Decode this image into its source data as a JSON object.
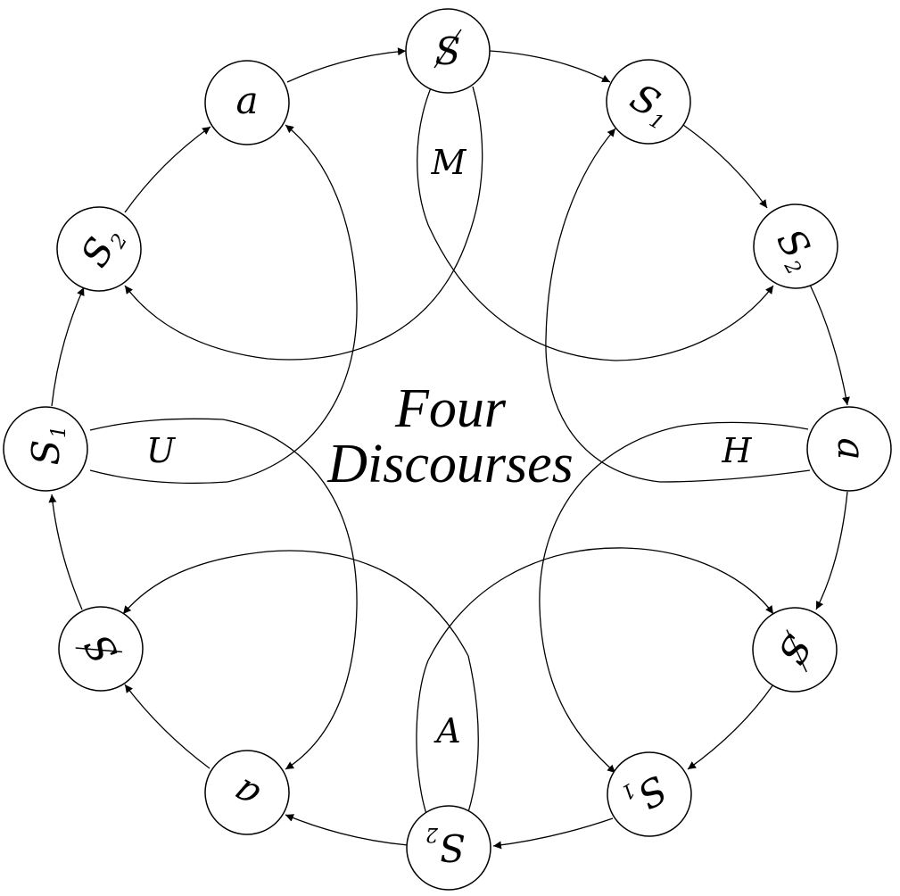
{
  "title": {
    "line1": "Four",
    "line2": "Discourses"
  },
  "discourse_labels": {
    "master": "M",
    "hysteric": "H",
    "analyst": "A",
    "university": "U"
  },
  "nodes": [
    {
      "id": "n0",
      "base": "S",
      "sub": "",
      "barred": true
    },
    {
      "id": "n1",
      "base": "S",
      "sub": "1",
      "barred": false
    },
    {
      "id": "n2",
      "base": "S",
      "sub": "2",
      "barred": false
    },
    {
      "id": "n3",
      "base": "a",
      "sub": "",
      "barred": false
    },
    {
      "id": "n4",
      "base": "S",
      "sub": "",
      "barred": true
    },
    {
      "id": "n5",
      "base": "S",
      "sub": "1",
      "barred": false
    },
    {
      "id": "n6",
      "base": "S",
      "sub": "2",
      "barred": false
    },
    {
      "id": "n7",
      "base": "a",
      "sub": "",
      "barred": false
    },
    {
      "id": "n8",
      "base": "S",
      "sub": "",
      "barred": true
    },
    {
      "id": "n9",
      "base": "S",
      "sub": "1",
      "barred": false
    },
    {
      "id": "n10",
      "base": "S",
      "sub": "2",
      "barred": false
    },
    {
      "id": "n11",
      "base": "a",
      "sub": "",
      "barred": false
    }
  ]
}
